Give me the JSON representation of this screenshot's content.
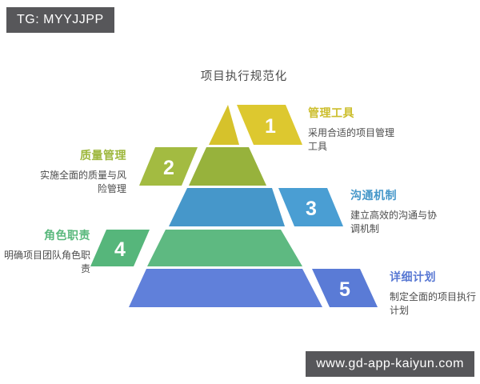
{
  "title": "项目执行规范化",
  "badges": {
    "top_left": "TG: MYYJJPP",
    "bottom_right": "www.gd-app-kaiyun.com",
    "bg_color": "#57575a",
    "text_color": "#ffffff"
  },
  "pyramid": {
    "number_color": "#ffffff",
    "levels": [
      {
        "num": "1",
        "label": "管理工具",
        "desc": "采用合适的项目管理\n工具",
        "side": "right",
        "body_color": "#d6c22b",
        "tab_color": "#ddc82f",
        "label_color": "#ccbe2d"
      },
      {
        "num": "2",
        "label": "质量管理",
        "desc": "实施全面的质量与风\n险管理",
        "side": "left",
        "body_color": "#97b23c",
        "tab_color": "#a3bb41",
        "label_color": "#9db73c"
      },
      {
        "num": "3",
        "label": "沟通机制",
        "desc": "建立高效的沟通与协\n调机制",
        "side": "right",
        "body_color": "#4697ca",
        "tab_color": "#4a9ed3",
        "label_color": "#4597c9"
      },
      {
        "num": "4",
        "label": "角色职责",
        "desc": "明确项目团队角色职\n责",
        "side": "left",
        "body_color": "#5eb981",
        "tab_color": "#56b67b",
        "label_color": "#59b87c"
      },
      {
        "num": "5",
        "label": "详细计划",
        "desc": "制定全面的项目执行\n计划",
        "side": "right",
        "body_color": "#6080da",
        "tab_color": "#5a7bd6",
        "label_color": "#5878d3"
      }
    ]
  }
}
